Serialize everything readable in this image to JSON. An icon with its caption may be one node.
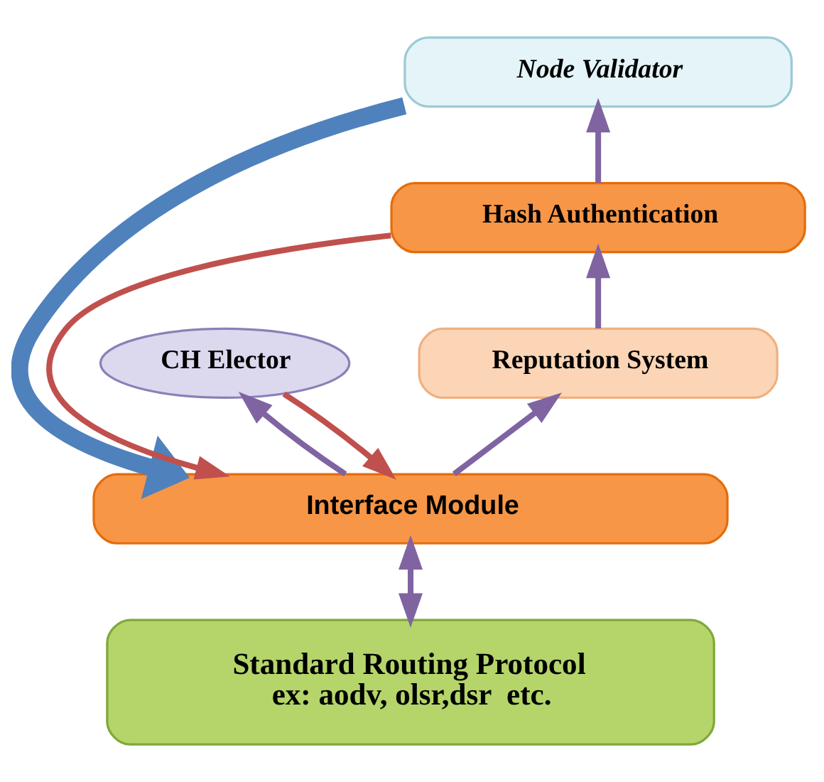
{
  "diagram": {
    "nodes": [
      {
        "text": [
          "Node Validator"
        ]
      },
      {
        "text": [
          "Hash Authentication"
        ]
      },
      {
        "text": [
          "CH Elector"
        ]
      },
      {
        "text": [
          "Reputation System"
        ]
      },
      {
        "text": [
          "Interface Module"
        ]
      },
      {
        "text": [
          "Standard Routing Protocol",
          "ex: aodv, olsr,dsr  etc."
        ]
      }
    ],
    "edges": [
      {
        "from": 1,
        "to": 0,
        "arrow": "to"
      },
      {
        "from": 1,
        "to": 4,
        "arrow": "to",
        "color": "#c0504d"
      },
      {
        "from": 2,
        "to": 4,
        "arrow": "to",
        "color": "#c0504d"
      },
      {
        "from": 4,
        "to": 2,
        "arrow": "to"
      },
      {
        "from": 3,
        "to": 1,
        "arrow": "to"
      },
      {
        "from": 4,
        "to": 3,
        "arrow": "to"
      },
      {
        "from": 5,
        "to": 4,
        "arrow": "both"
      },
      {
        "from": 0,
        "to": 4,
        "arrow": "to",
        "style": "thick",
        "color": "#4f81bd"
      }
    ]
  }
}
